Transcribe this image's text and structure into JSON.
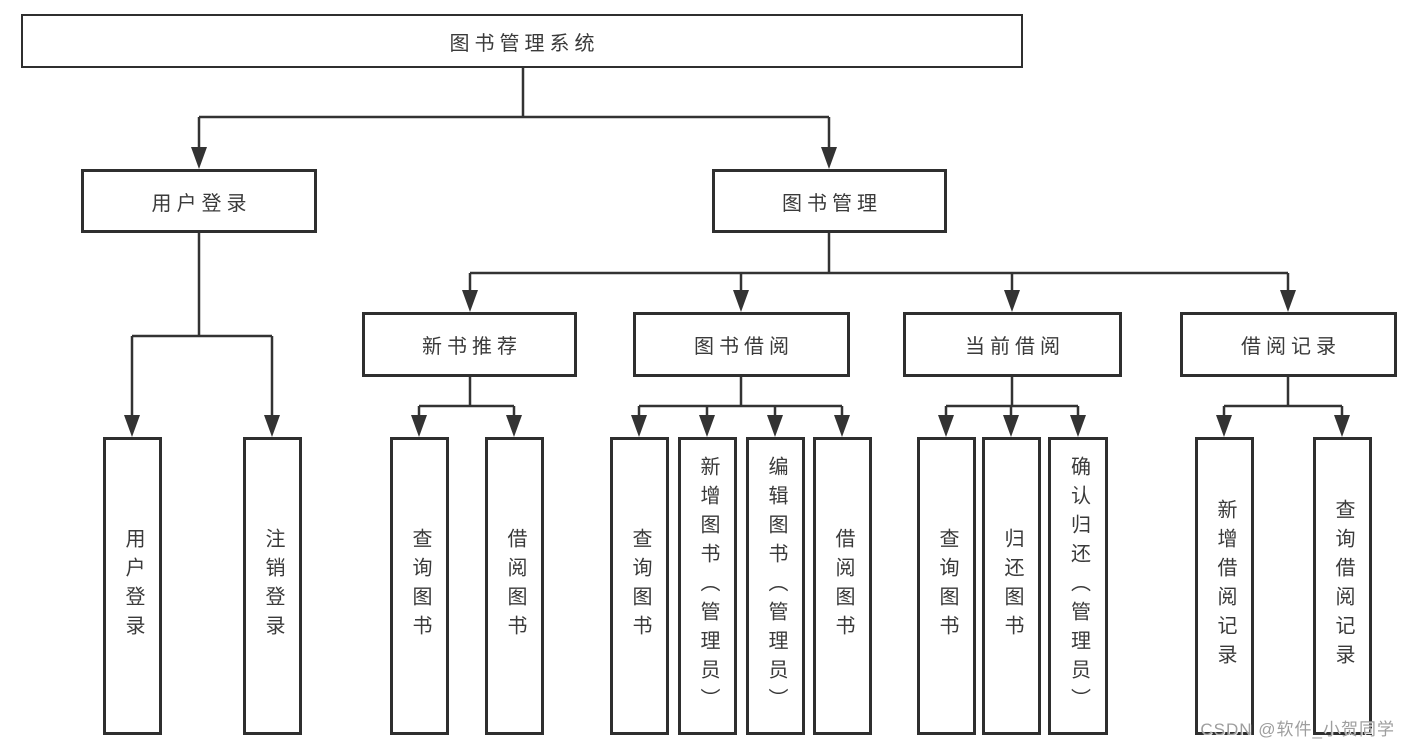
{
  "diagram": {
    "root_label": "图书管理系统",
    "user_login": {
      "label": "用户登录",
      "children": [
        "用户登录",
        "注销登录"
      ]
    },
    "book_management": {
      "label": "图书管理"
    },
    "new_book_recommend": {
      "label": "新书推荐",
      "children": [
        "查询图书",
        "借阅图书"
      ]
    },
    "book_borrow": {
      "label": "图书借阅",
      "children": [
        "查询图书",
        "新增图书（管理员）",
        "编辑图书（管理员）",
        "借阅图书"
      ]
    },
    "current_borrow": {
      "label": "当前借阅",
      "children": [
        "查询图书",
        "归还图书",
        "确认归还（管理员）"
      ]
    },
    "borrow_records": {
      "label": "借阅记录",
      "children": [
        "新增借阅记录",
        "查询借阅记录"
      ]
    }
  },
  "watermark": {
    "text": "CSDN @软件_小贺同学"
  },
  "colors": {
    "line": "#333333",
    "box_border": "#2f2f2f",
    "text": "#3a3a3a",
    "watermark": "#9e9e9e",
    "background": "#ffffff"
  }
}
